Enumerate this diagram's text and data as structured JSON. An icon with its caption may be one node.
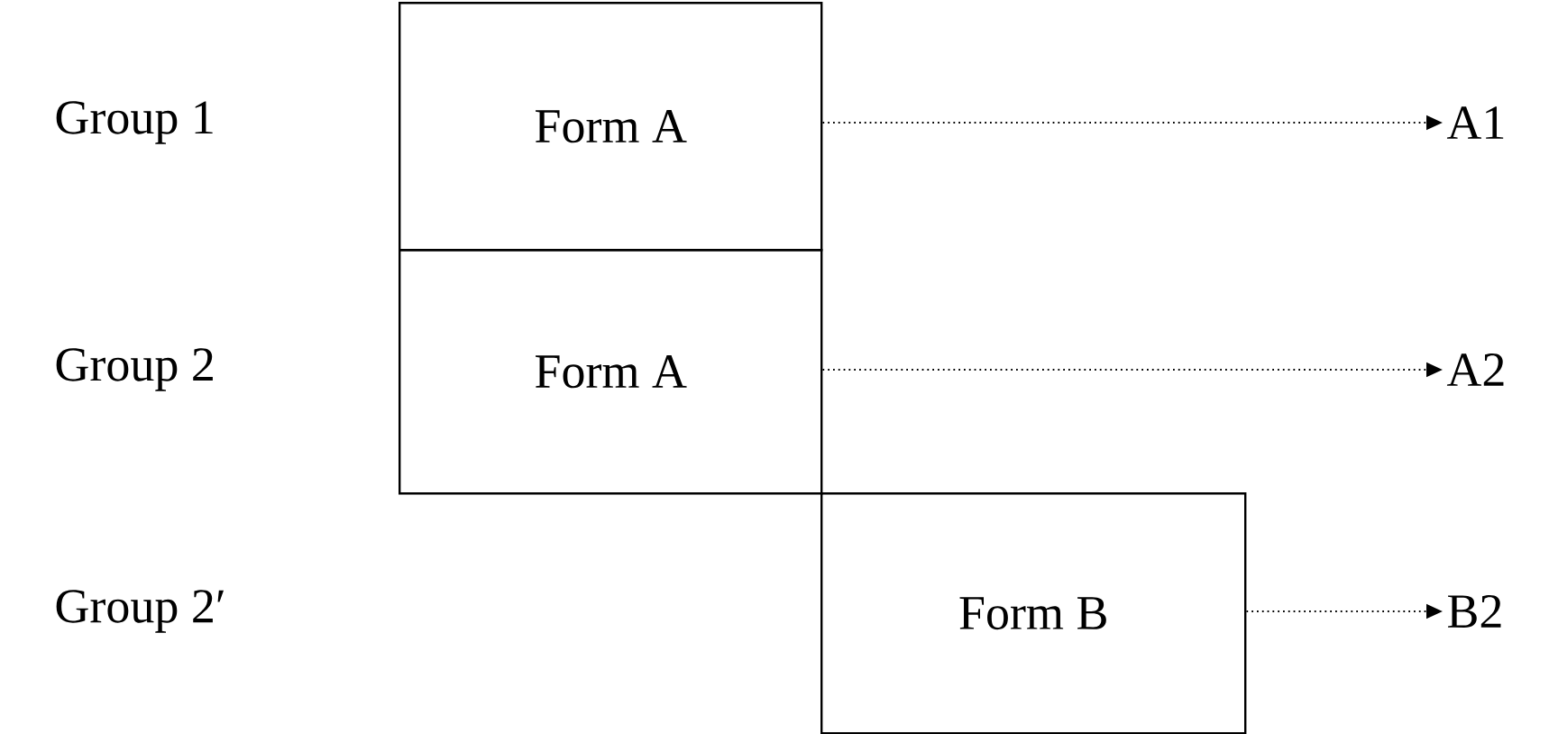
{
  "diagram": {
    "nodes": [
      {
        "text": [
          "Form A"
        ]
      },
      {
        "text": [
          "Form A"
        ]
      },
      {
        "text": [
          "Form B"
        ]
      },
      {
        "text": [
          "A1"
        ]
      },
      {
        "text": [
          "A2"
        ]
      },
      {
        "text": [
          "B2"
        ]
      }
    ],
    "edges": [
      {
        "from": 0,
        "to": 3,
        "arrow": "to",
        "style": "dashed"
      },
      {
        "from": 1,
        "to": 4,
        "arrow": "to",
        "style": "dashed"
      },
      {
        "from": 2,
        "to": 5,
        "arrow": "to",
        "style": "dashed"
      }
    ],
    "labels": [
      "Group 1",
      "Group 2",
      "Group 2′"
    ]
  }
}
